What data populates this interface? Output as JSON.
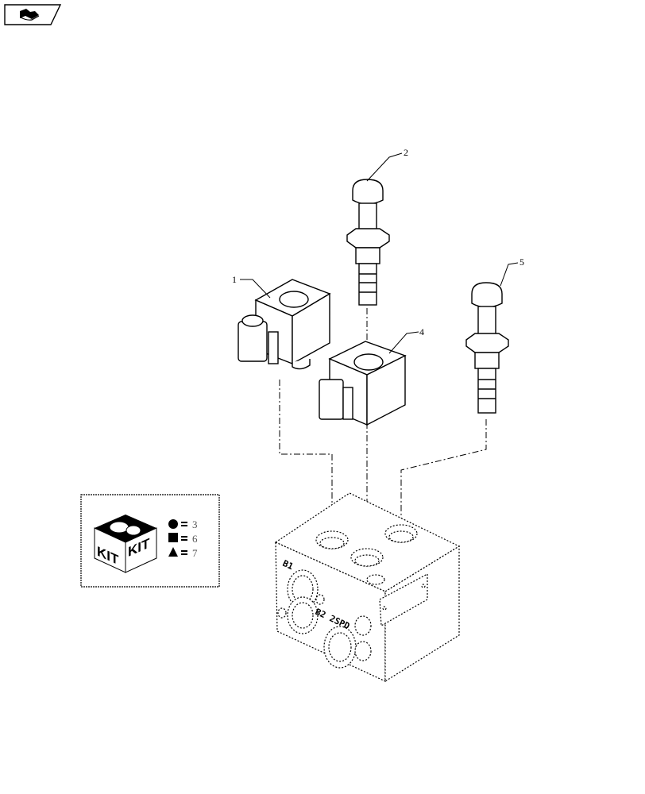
{
  "nav_icon": "next-page-arrow-icon",
  "callouts": [
    "1",
    "2",
    "4",
    "5"
  ],
  "kit_legend": {
    "kit_label_left": "KIT",
    "kit_label_right": "KIT",
    "items": [
      {
        "symbol": "circle",
        "equals": "=",
        "ref": "3"
      },
      {
        "symbol": "square",
        "equals": "=",
        "ref": "6"
      },
      {
        "symbol": "triangle",
        "equals": "=",
        "ref": "7"
      }
    ]
  },
  "block_markings": {
    "port_b1": "B1",
    "port_b2": "B2 2SPD"
  }
}
